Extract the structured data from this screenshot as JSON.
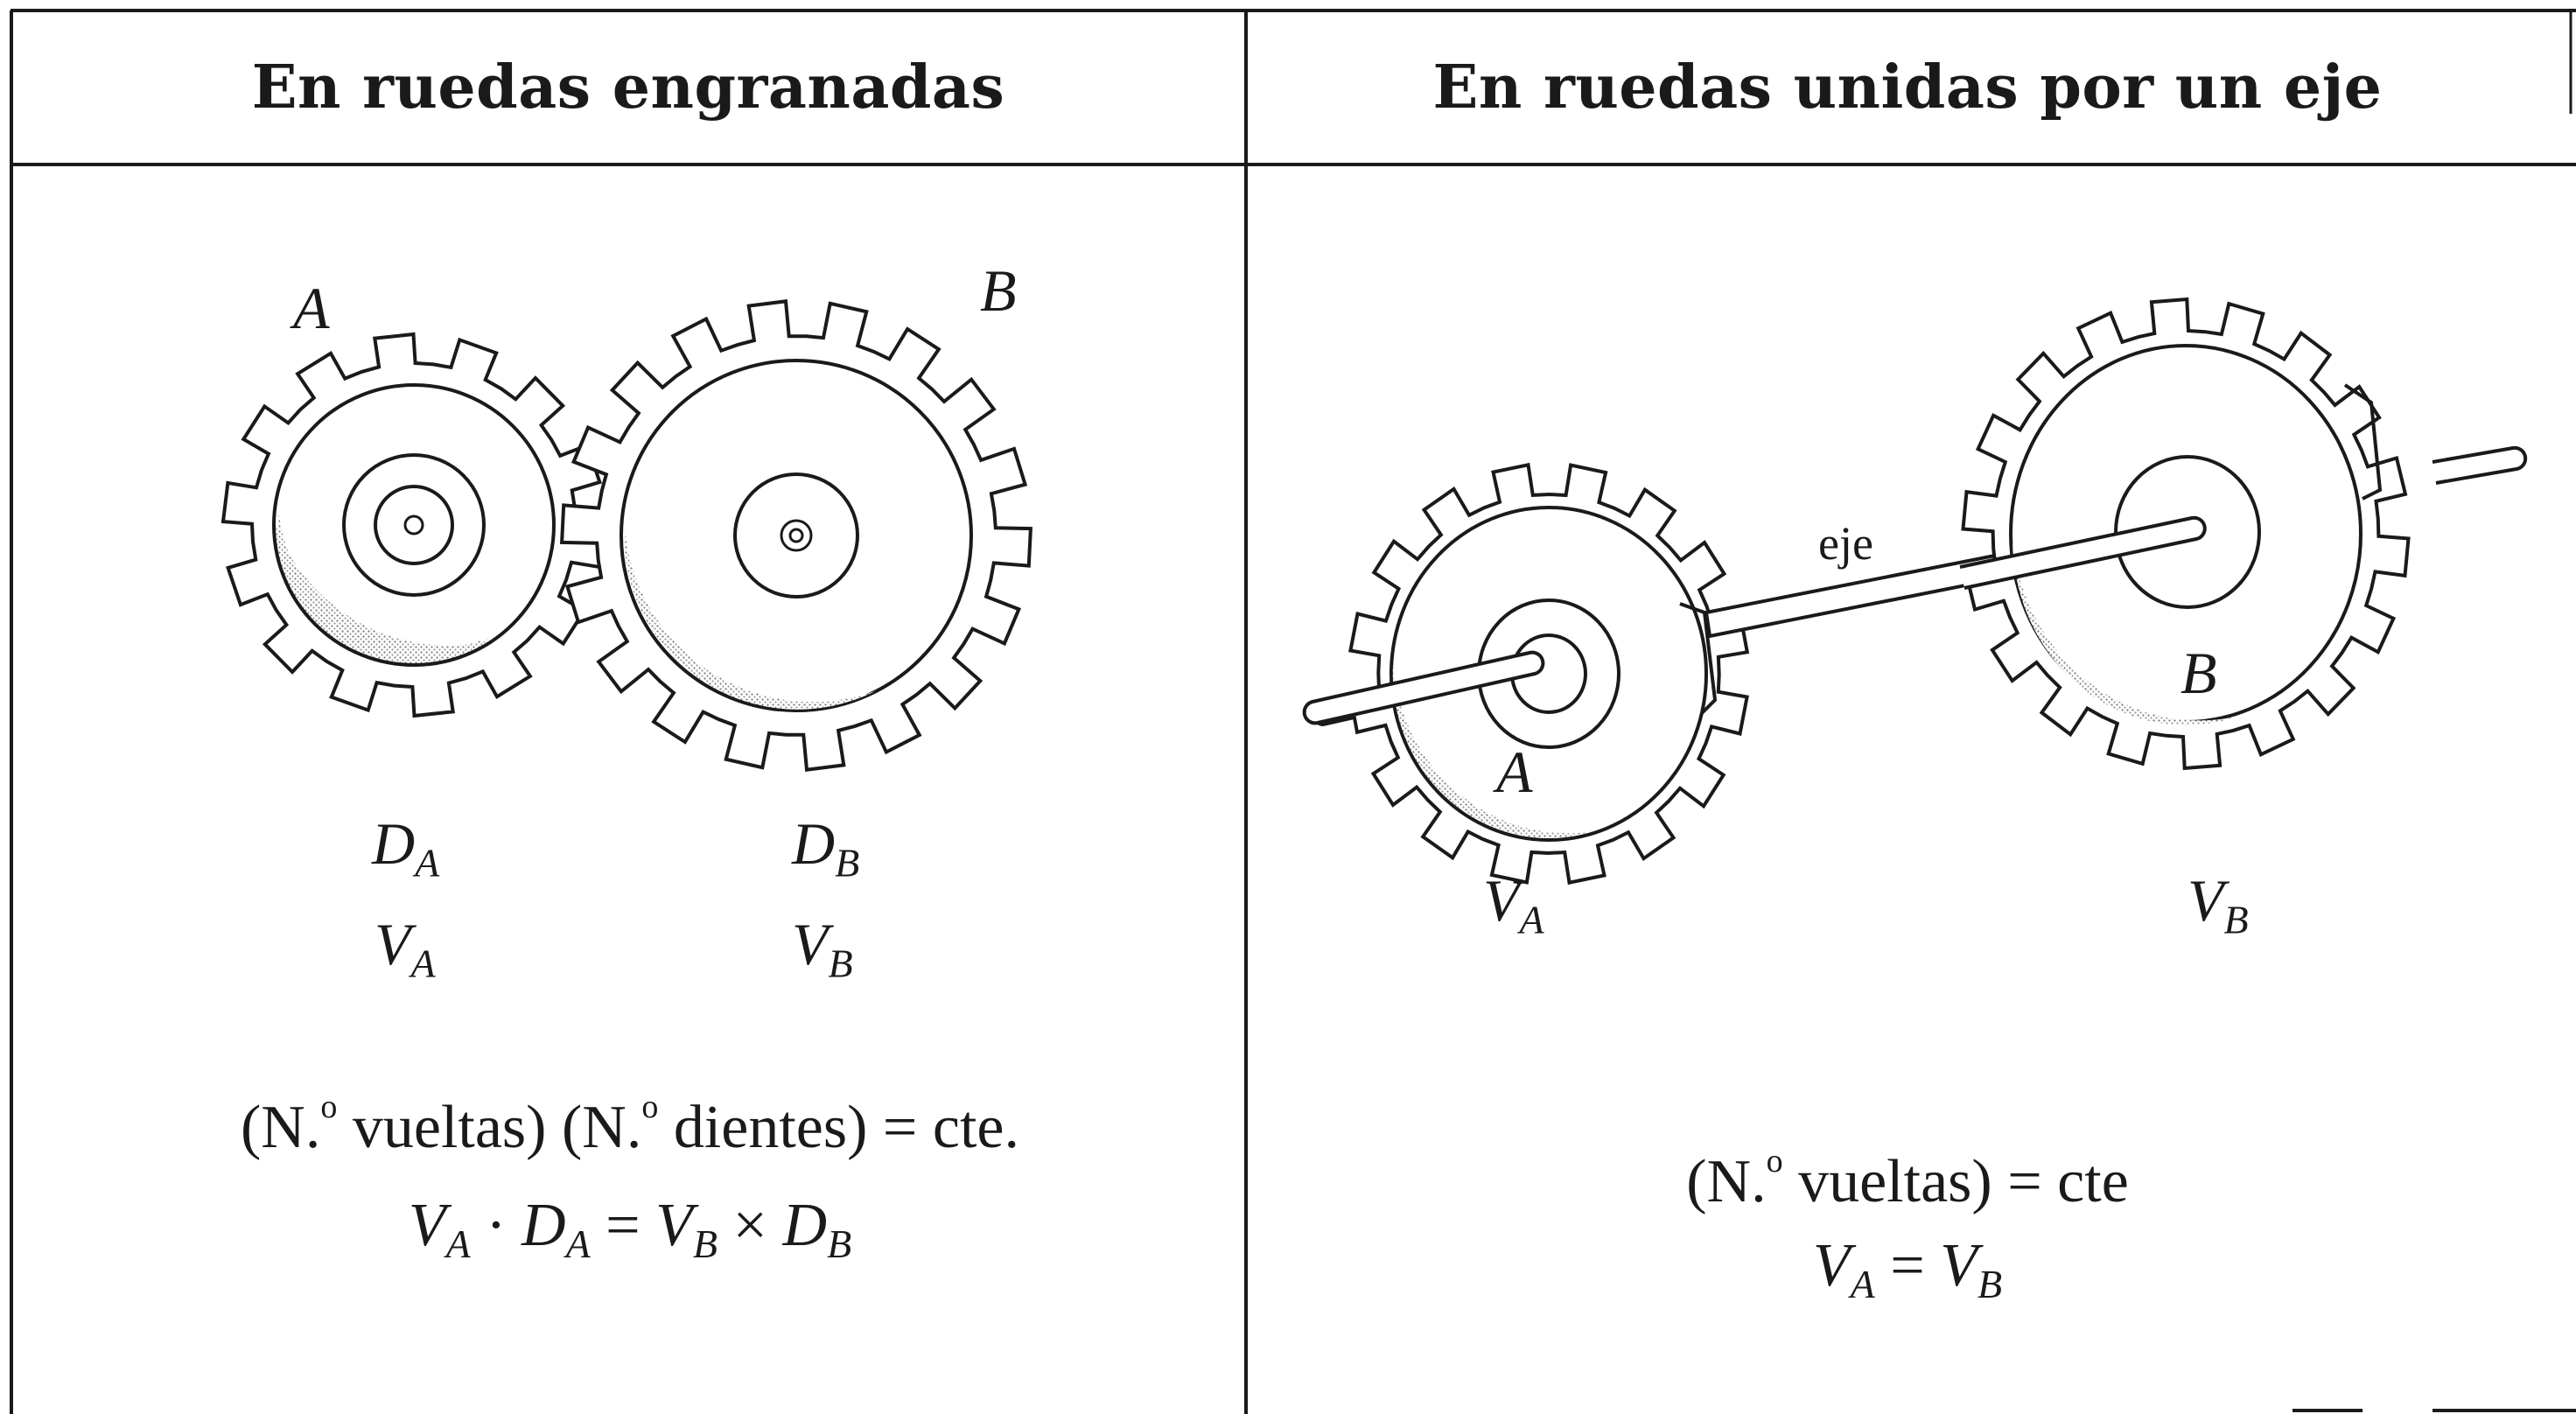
{
  "headers": {
    "left": "En ruedas engranadas",
    "right": "En ruedas unidas por un eje"
  },
  "left_panel": {
    "gear_label_a": "A",
    "gear_label_b": "B",
    "var_d_a": "D",
    "var_d_a_sub": "A",
    "var_d_b": "D",
    "var_d_b_sub": "B",
    "var_v_a": "V",
    "var_v_a_sub": "A",
    "var_v_b": "V",
    "var_v_b_sub": "B",
    "rule_part1": "(N.",
    "rule_sup1": "o",
    "rule_part2": " vueltas) (N.",
    "rule_sup2": "o",
    "rule_part3": " dientes) = cte.",
    "eq_v_a": "V",
    "eq_sub_a": "A",
    "eq_dot": " · ",
    "eq_d_a": "D",
    "eq_sub_da": "A",
    "eq_equals": " = ",
    "eq_v_b": "V",
    "eq_sub_b": "B",
    "eq_times": " × ",
    "eq_d_b": "D",
    "eq_sub_db": "B"
  },
  "right_panel": {
    "axle_label": "eje",
    "gear_label_a": "A",
    "gear_label_b": "B",
    "var_v_a": "V",
    "var_v_a_sub": "A",
    "var_v_b": "V",
    "var_v_b_sub": "B",
    "rule_part1": "(N.",
    "rule_sup1": "o",
    "rule_part2": " vueltas) = cte",
    "eq_v_a": "V",
    "eq_sub_a": "A",
    "eq_equals": " = ",
    "eq_v_b": "V",
    "eq_sub_b": "B"
  },
  "colors": {
    "line": "#1a1a1a",
    "shade": "#c8c8c8",
    "background": "#ffffff"
  }
}
